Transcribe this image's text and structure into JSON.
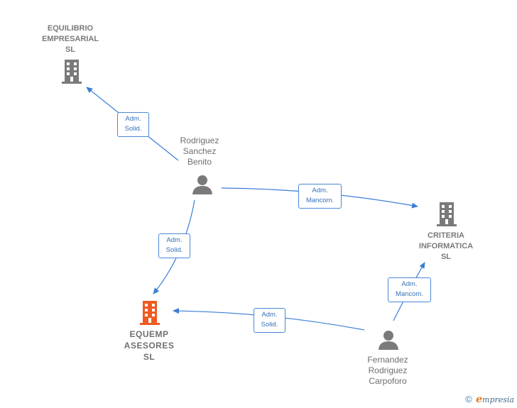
{
  "companies": {
    "equilibrio": {
      "label": "EQUILIBRIO\nEMPRESARIAL\nSL",
      "color": "#7a7a7a"
    },
    "criteria": {
      "label": "CRITERIA\nINFORMATICA\nSL",
      "color": "#7a7a7a"
    },
    "equemp": {
      "label": "EQUEMP\nASESORES\nSL",
      "color": "#f05a22"
    }
  },
  "persons": {
    "rodriguez": {
      "label": "Rodriguez\nSanchez\nBenito"
    },
    "fernandez": {
      "label": "Fernandez\nRodriguez\nCarpoforo"
    }
  },
  "relations": {
    "rodriguez_equilibrio": "Adm.\nSolid.",
    "rodriguez_criteria": "Adm.\nMancom.",
    "rodriguez_equemp": "Adm.\nSolid.",
    "fernandez_equemp": "Adm.\nSolid.",
    "fernandez_criteria": "Adm.\nMancom."
  },
  "footer": {
    "copyright": "©",
    "brand_initial": "e",
    "brand_rest": "mpresia"
  },
  "colors": {
    "edge": "#3a7dd6",
    "icon_gray": "#7a7a7a",
    "highlight": "#f05a22"
  }
}
